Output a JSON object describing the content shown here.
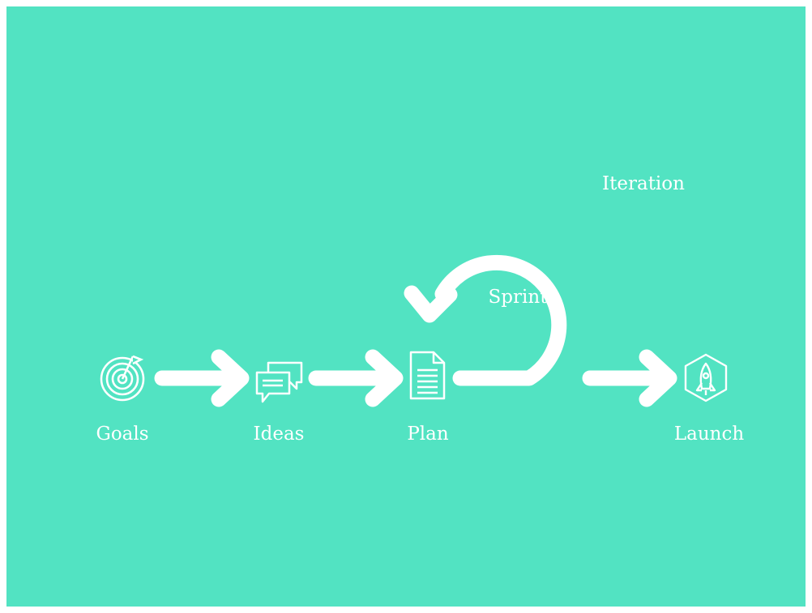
{
  "diagram": {
    "background_color": "#52e3c2",
    "foreground_color": "#ffffff",
    "steps": [
      {
        "label": "Goals",
        "icon": "target-icon"
      },
      {
        "label": "Ideas",
        "icon": "chat-bubbles-icon"
      },
      {
        "label": "Plan",
        "icon": "document-icon"
      },
      {
        "label": "Launch",
        "icon": "rocket-icon"
      }
    ],
    "loop": {
      "outer_label": "Iteration",
      "inner_label": "Sprint"
    }
  }
}
